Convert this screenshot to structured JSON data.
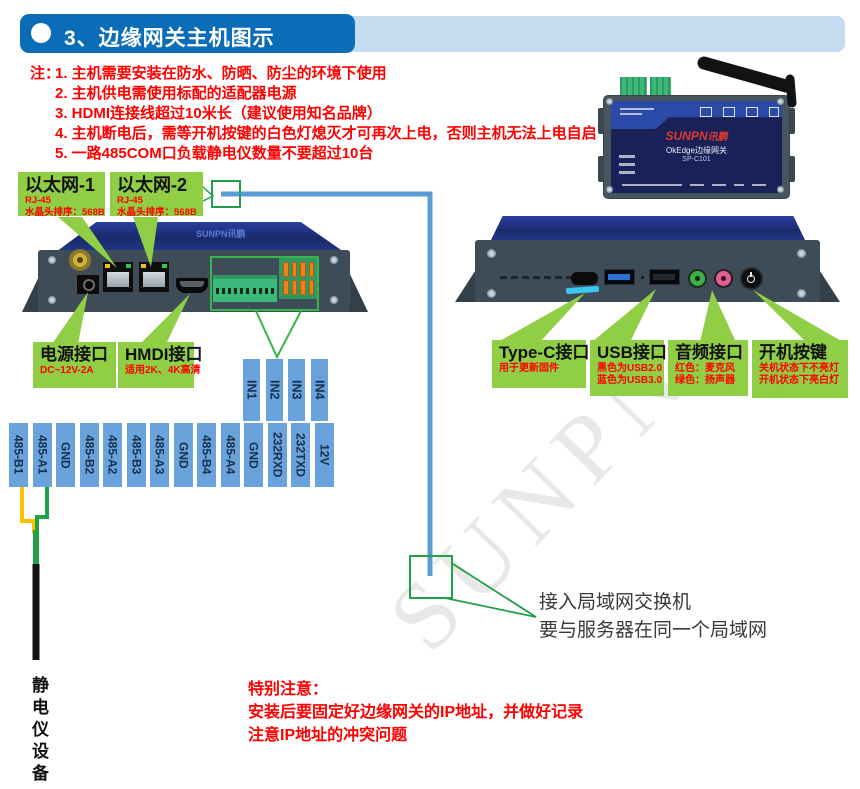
{
  "header": {
    "title": "3、边缘网关主机图示"
  },
  "notes": {
    "prefix": "注：",
    "items": [
      "1. 主机需要安装在防水、防晒、防尘的环境下使用",
      "2. 主机供电需使用标配的适配器电源",
      "3. HDMI连接线超过10米长（建议使用知名品牌）",
      "4. 主机断电后，需等开机按键的白色灯熄灭才可再次上电，否则主机无法上电自启",
      "5. 一路485COM口负载静电仪数量不要超过10台"
    ]
  },
  "labels": {
    "eth1": {
      "title": "以太网-1",
      "sub1": "RJ-45",
      "sub2": "水晶头排序：568B"
    },
    "eth2": {
      "title": "以太网-2",
      "sub1": "RJ-45",
      "sub2": "水晶头排序：568B"
    },
    "power": {
      "title": "电源接口",
      "sub1": "DC~12V-2A"
    },
    "hdmi": {
      "title": "HMDI接口",
      "sub1": "适用2K、4K高清"
    },
    "typec": {
      "title": "Type-C接口",
      "sub1": "用于更新固件"
    },
    "usb": {
      "title": "USB接口",
      "sub1": "黑色为USB2.0",
      "sub2": "蓝色为USB3.0"
    },
    "audio": {
      "title": "音频接口",
      "sub1": "红色：麦克风",
      "sub2": "绿色：扬声器"
    },
    "powerkey": {
      "title": "开机按键",
      "sub1": "关机状态下不亮灯",
      "sub2": "开机状态下亮白灯"
    }
  },
  "pins": {
    "in_row": [
      "IN1",
      "IN2",
      "IN3",
      "IN4"
    ],
    "bottom_row": [
      "485-B1",
      "485-A1",
      "GND",
      "485-B2",
      "485-A2",
      "485-B3",
      "485-A3",
      "GND",
      "485-B4",
      "485-A4",
      "GND",
      "232RXD",
      "232TXD",
      "12V"
    ]
  },
  "device": {
    "brand": "SUNPN",
    "brand_cn": "讯鹏",
    "top_brand": "SUNPN讯鹏",
    "product": "OkEdge边缘网关",
    "model": "SP-C101"
  },
  "callouts": {
    "lan": {
      "line1": "接入局域网交换机",
      "line2": "要与服务器在同一个局域网"
    },
    "special": {
      "title": "特别注意：",
      "line1": "安装后要固定好边缘网关的IP地址，并做好记录",
      "line2": "注意IP地址的冲突问题"
    },
    "static_label": "静电仪设备"
  },
  "watermark": {
    "text": "SUNPN"
  },
  "colors": {
    "header_blue": "#0B6DB7",
    "header_light_blue": "#C5DCF0",
    "label_green": "#90CE45",
    "callout_green": "#21A04A",
    "pin_blue": "#6AA3DB",
    "line_blue": "#5B9BD5",
    "note_red": "#FF0000",
    "wire_yellow": "#FFC000",
    "wire_green": "#21A04A",
    "cable_black": "#141414"
  }
}
